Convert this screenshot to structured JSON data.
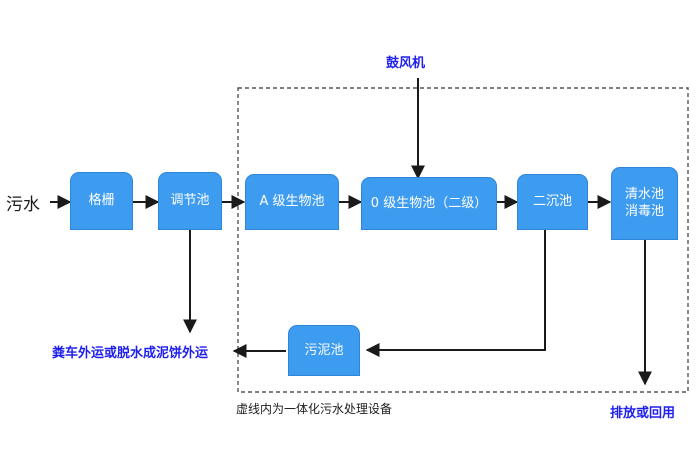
{
  "diagram": {
    "title_label": "鼓风机",
    "inlet_label": "污水",
    "caption": "虚线内为一体化污水处理设备",
    "sludge_outlet_label": "粪车外运或脱水成泥饼外运",
    "water_outlet_label": "排放或回用",
    "accent_color": "#3d9bf0",
    "accent_border": "#2f86d8",
    "blue_text_color": "#2020ee",
    "dark_text_color": "#1a1a1a",
    "dashed_box_color": "#555555",
    "nodes": [
      {
        "id": "grille",
        "label": "格栅"
      },
      {
        "id": "regulation",
        "label": "调节池"
      },
      {
        "id": "a-bio",
        "label": "A 级生物池"
      },
      {
        "id": "o-bio",
        "label": "0 级生物池（二级）"
      },
      {
        "id": "second-settle",
        "label": "二沉池"
      },
      {
        "id": "clearwater",
        "label": "清水池"
      },
      {
        "id": "disinfect",
        "label": "消毒池"
      },
      {
        "id": "sludge",
        "label": "污泥池"
      }
    ],
    "flow_arrows": [
      "污水 → 格栅",
      "格栅 → 调节池",
      "调节池 → A 级生物池",
      "A 级生物池 → 0 级生物池（二级）",
      "0 级生物池（二级） → 二沉池",
      "二沉池 → 清水池消毒池",
      "鼓风机 → 0 级生物池（二级）",
      "调节池 → 粪车外运或脱水成泥饼外运",
      "二沉池 → 污泥池",
      "污泥池 → 粪车外运或脱水成泥饼外运",
      "清水池消毒池 → 排放或回用"
    ]
  }
}
